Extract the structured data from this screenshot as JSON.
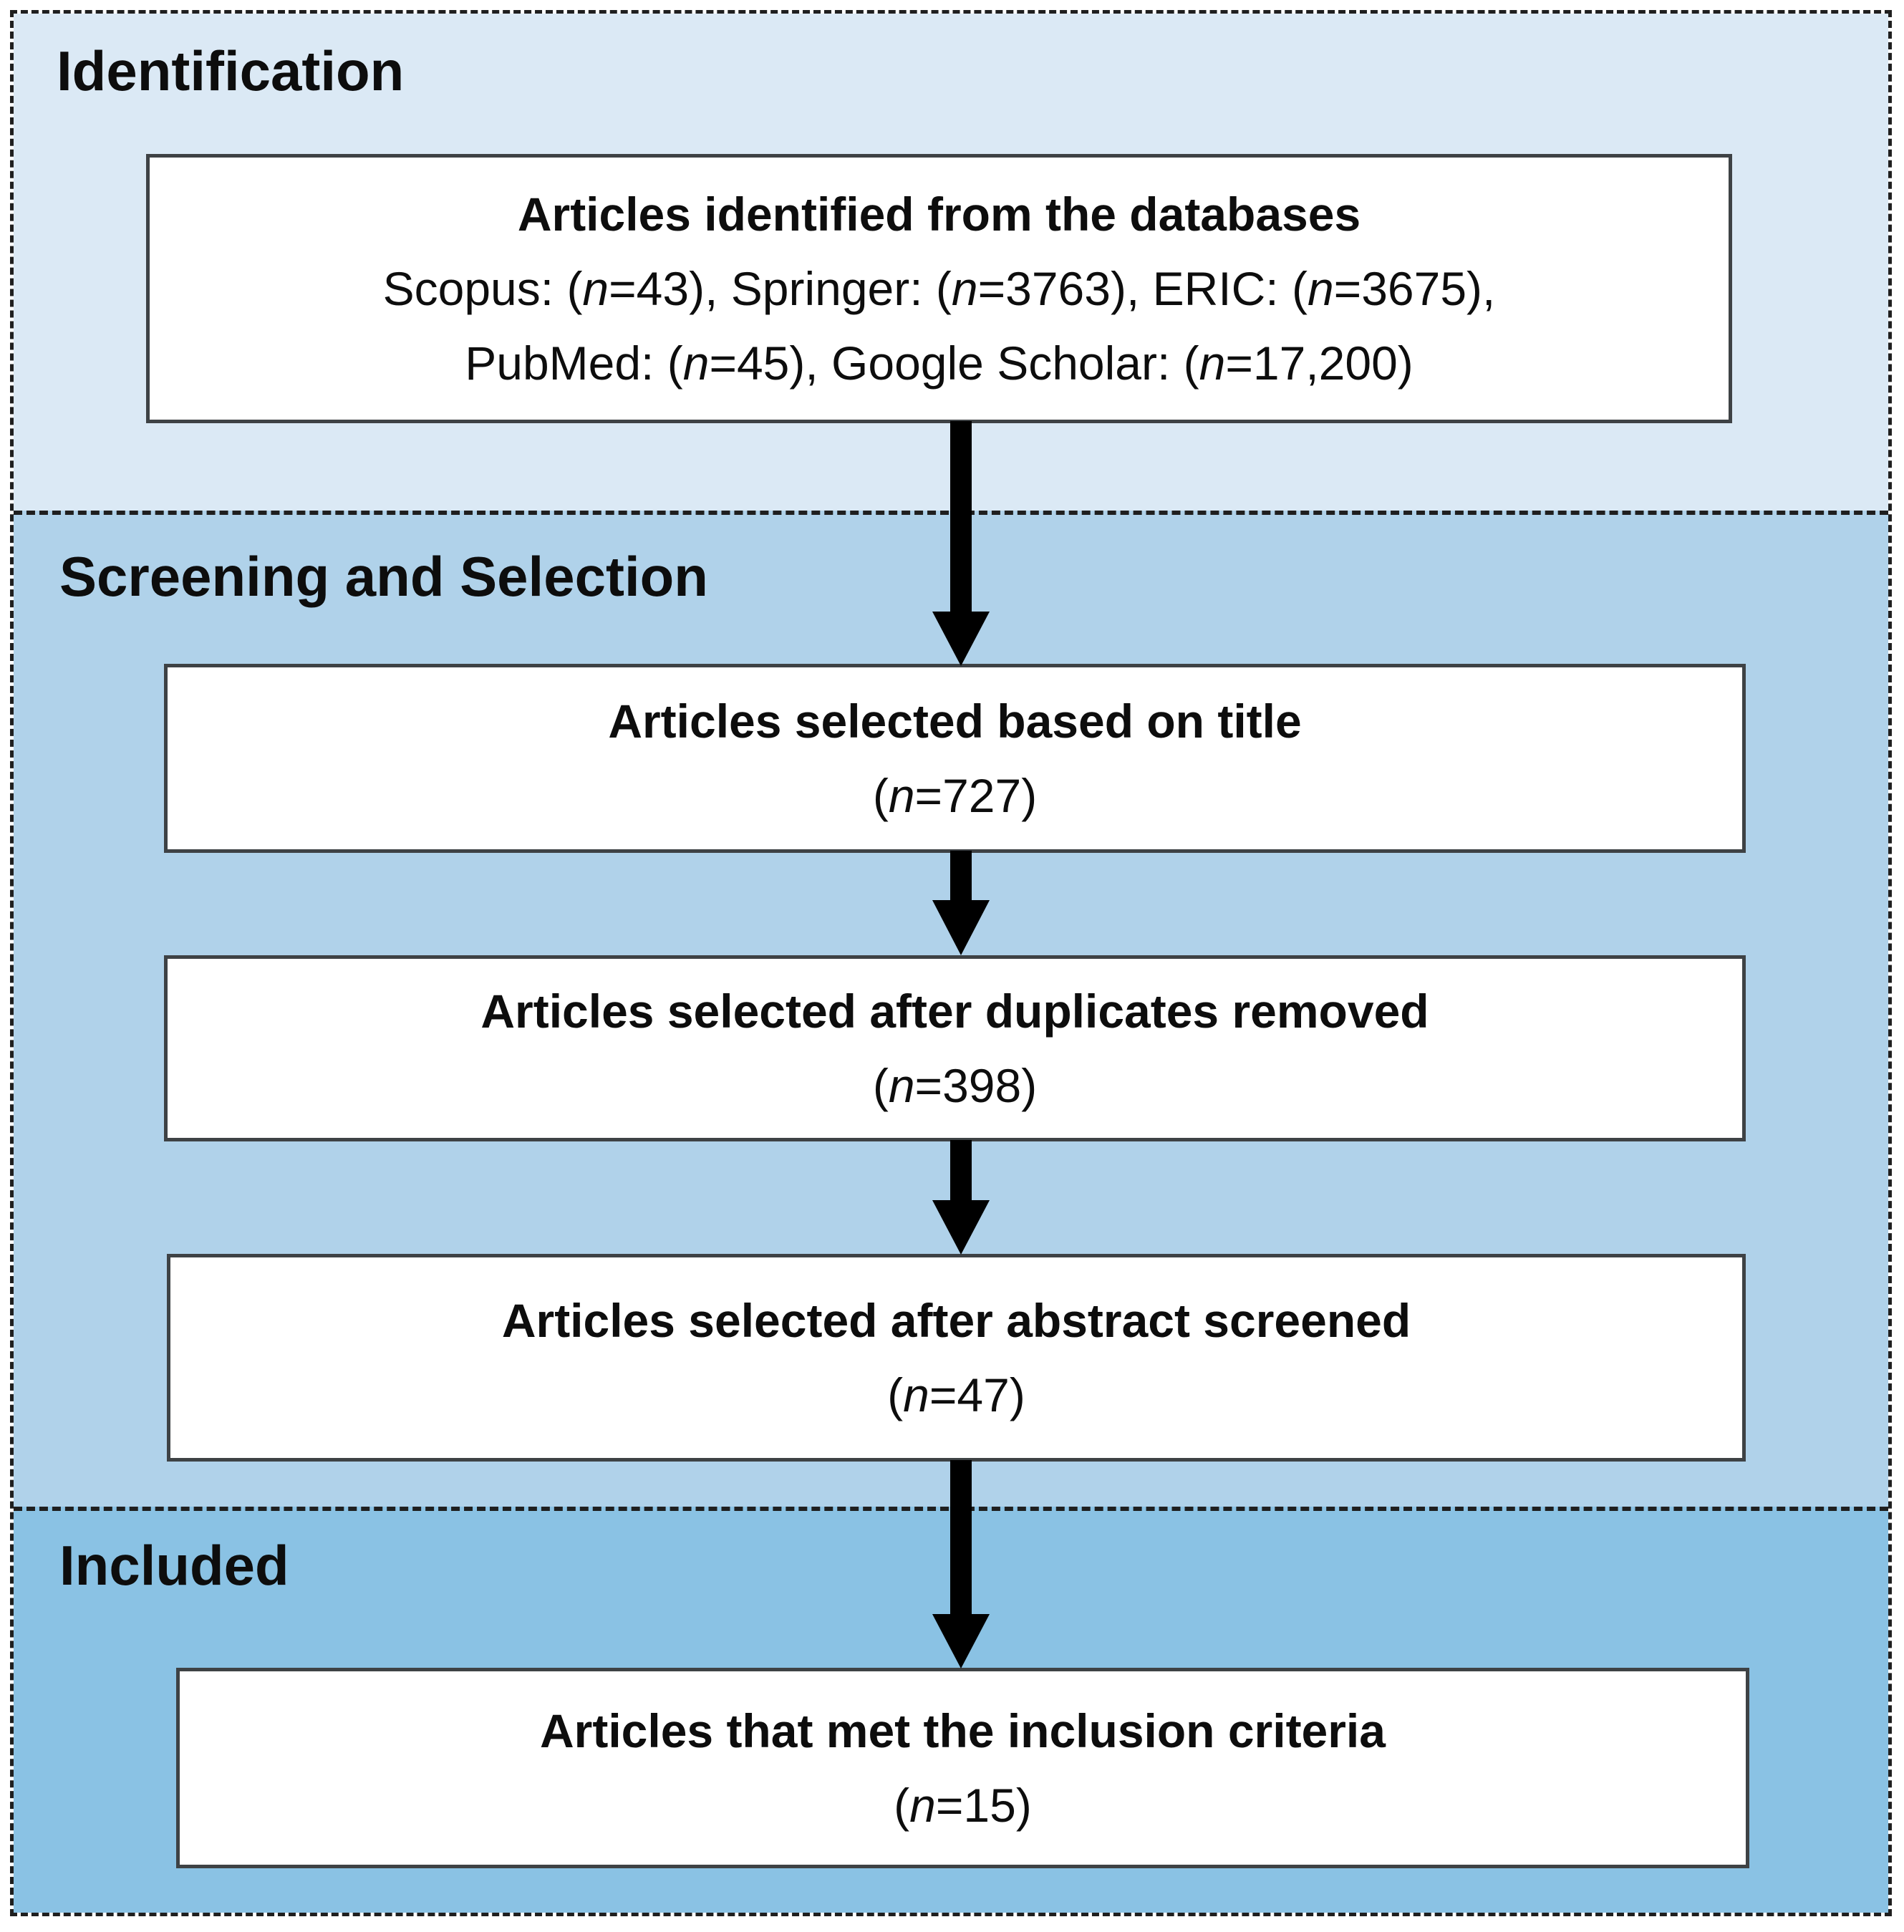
{
  "colors": {
    "section1_bg": "#dbe9f5",
    "section2_bg": "#b0d2ea",
    "section3_bg": "#8ac2e4",
    "box_bg": "#ffffff",
    "box_border": "#3e4245",
    "frame_border": "#1f1f1f",
    "arrow": "#000000",
    "text": "#0d0d0d"
  },
  "sections": [
    {
      "label": "Identification",
      "boxes": [
        {
          "title": "Articles identified from the databases",
          "lines": [
            "Scopus: (*n*=43), Springer: (*n*=3763), ERIC: (*n*=3675),",
            "PubMed: (*n*=45), Google Scholar: (*n*=17,200)"
          ]
        }
      ]
    },
    {
      "label": "Screening and Selection",
      "boxes": [
        {
          "title": "Articles selected based on title",
          "lines": [
            "(*n*=727)"
          ]
        },
        {
          "title": "Articles selected after duplicates removed",
          "lines": [
            "(*n*=398)"
          ]
        },
        {
          "title": "Articles selected after abstract screened",
          "lines": [
            "(*n*=47)"
          ]
        }
      ]
    },
    {
      "label": "Included",
      "boxes": [
        {
          "title": "Articles that met the inclusion criteria",
          "lines": [
            "(*n*=15)"
          ]
        }
      ]
    }
  ]
}
